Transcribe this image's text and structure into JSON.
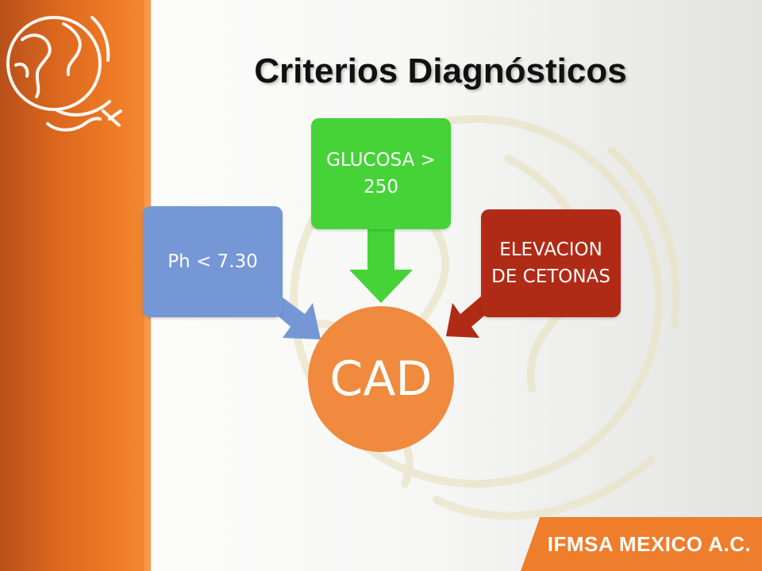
{
  "slide": {
    "title": "Criterios Diagnósticos",
    "footer": "IFMSA MEXICO A.C."
  },
  "diagram": {
    "center": {
      "label": "CAD",
      "color": "#f08a3f"
    },
    "nodes": [
      {
        "id": "ph",
        "label": "Ph < 7.30",
        "color": "#7597d6"
      },
      {
        "id": "glucosa",
        "label": "GLUCOSA > 250",
        "color": "#45d338"
      },
      {
        "id": "cetonas",
        "label": "ELEVACION DE CETONAS",
        "color": "#b02b16"
      }
    ]
  },
  "colors": {
    "sidebar": "#ee7d2c",
    "watermark": "#e9e4c8"
  },
  "icons": [
    "globe-logo-icon",
    "globe-watermark-icon"
  ]
}
